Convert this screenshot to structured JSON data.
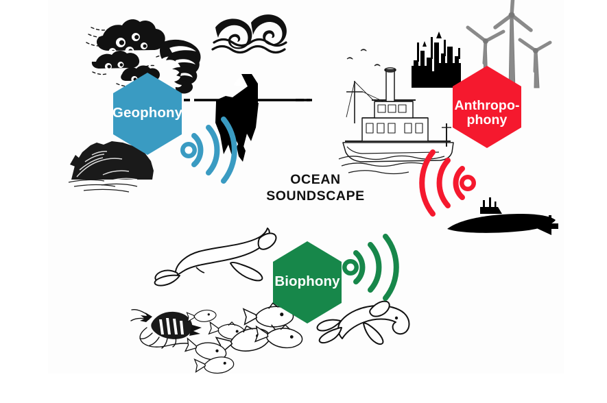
{
  "diagram": {
    "title": "OCEAN SOUNDSCAPE",
    "title_line1": "OCEAN",
    "title_line2": "SOUNDSCAPE",
    "background_color": "#ffffff",
    "canvas_color": "#fdfdfd"
  },
  "nodes": {
    "geophony": {
      "label": "Geophony",
      "color": "#3a9bc2",
      "text_color": "#ffffff",
      "shape": "hexagon",
      "sound_waves": 3
    },
    "anthropophony": {
      "label": "Anthropo-\nphony",
      "label_line1": "Anthropo-",
      "label_line2": "phony",
      "color": "#f5192e",
      "text_color": "#ffffff",
      "shape": "hexagon",
      "sound_waves": 3
    },
    "biophony": {
      "label": "Biophony",
      "color": "#17874a",
      "text_color": "#ffffff",
      "shape": "hexagon",
      "sound_waves": 3
    }
  },
  "illustrations": {
    "geophony": [
      {
        "name": "storm-clouds-icon",
        "label": "Storm clouds with wind",
        "color": "#111111"
      },
      {
        "name": "tornado-icon",
        "label": "Tornado / waterspout",
        "color": "#111111"
      },
      {
        "name": "ocean-waves-icon",
        "label": "Breaking ocean waves",
        "color": "#111111"
      },
      {
        "name": "iceberg-icon",
        "label": "Iceberg at waterline",
        "color": "#000000"
      },
      {
        "name": "rocky-cliff-icon",
        "label": "Rocky cliff / landslide",
        "color": "#111111"
      },
      {
        "name": "waterline-icon",
        "label": "Sea surface line",
        "color": "#000000"
      }
    ],
    "anthropophony": [
      {
        "name": "tugboat-icon",
        "label": "Tugboat / vessel",
        "color": "#1a1a1a"
      },
      {
        "name": "refinery-icon",
        "label": "Industrial refinery platform",
        "color": "#000000"
      },
      {
        "name": "wind-turbine-icon",
        "label": "Offshore wind turbines",
        "color": "#8a8a8a"
      },
      {
        "name": "submarine-icon",
        "label": "Submarine",
        "color": "#000000"
      }
    ],
    "biophony": [
      {
        "name": "whale-icon",
        "label": "Whale",
        "color": "#111111"
      },
      {
        "name": "dolphin-icon",
        "label": "Dolphin",
        "color": "#111111"
      },
      {
        "name": "shrimp-icon",
        "label": "Snapping shrimp",
        "color": "#111111"
      },
      {
        "name": "fish-school-icon",
        "label": "School of fish",
        "color": "#111111"
      }
    ]
  }
}
